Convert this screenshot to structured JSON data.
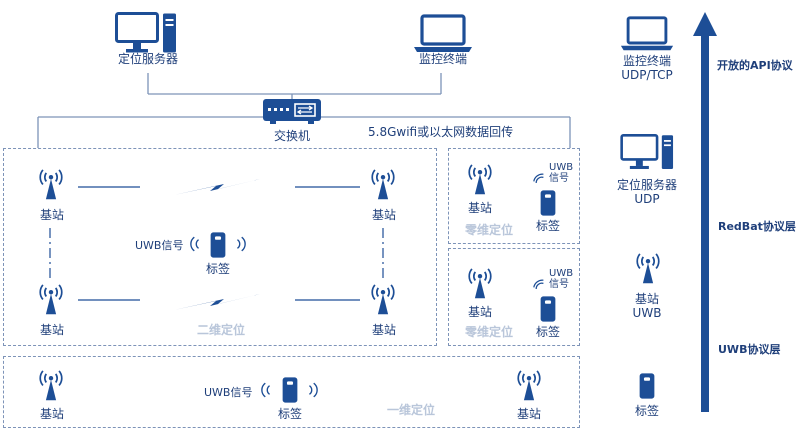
{
  "top": {
    "server_label": "定位服务器",
    "monitor_label": "监控终端",
    "switch_label": "交换机",
    "backhaul_label": "5.8Gwifi或以太网数据回传"
  },
  "two_d": {
    "station_label": "基站",
    "signal_label": "UWB信号",
    "tag_label": "标签",
    "zone_label": "二维定位"
  },
  "zero_d": {
    "station_label": "基站",
    "signal_label": "UWB\n信号",
    "tag_label": "标签",
    "zone_label": "零维定位"
  },
  "one_d": {
    "station_label": "基站",
    "signal_label": "UWB信号",
    "tag_label": "标签",
    "zone_label": "一维定位"
  },
  "legend": {
    "monitor_label": "监控终端",
    "monitor_protocol": "UDP/TCP",
    "server_label": "定位服务器",
    "server_protocol": "UDP",
    "station_label": "基站",
    "station_protocol": "UWB",
    "tag_label": "标签"
  },
  "layers": {
    "api": "开放的API协议",
    "redbat": "RedBat协议层",
    "uwb": "UWB协议层"
  },
  "colors": {
    "primary": "#1d4e96",
    "zone_text": "#b9c6da",
    "dash": "#7d93b8"
  }
}
